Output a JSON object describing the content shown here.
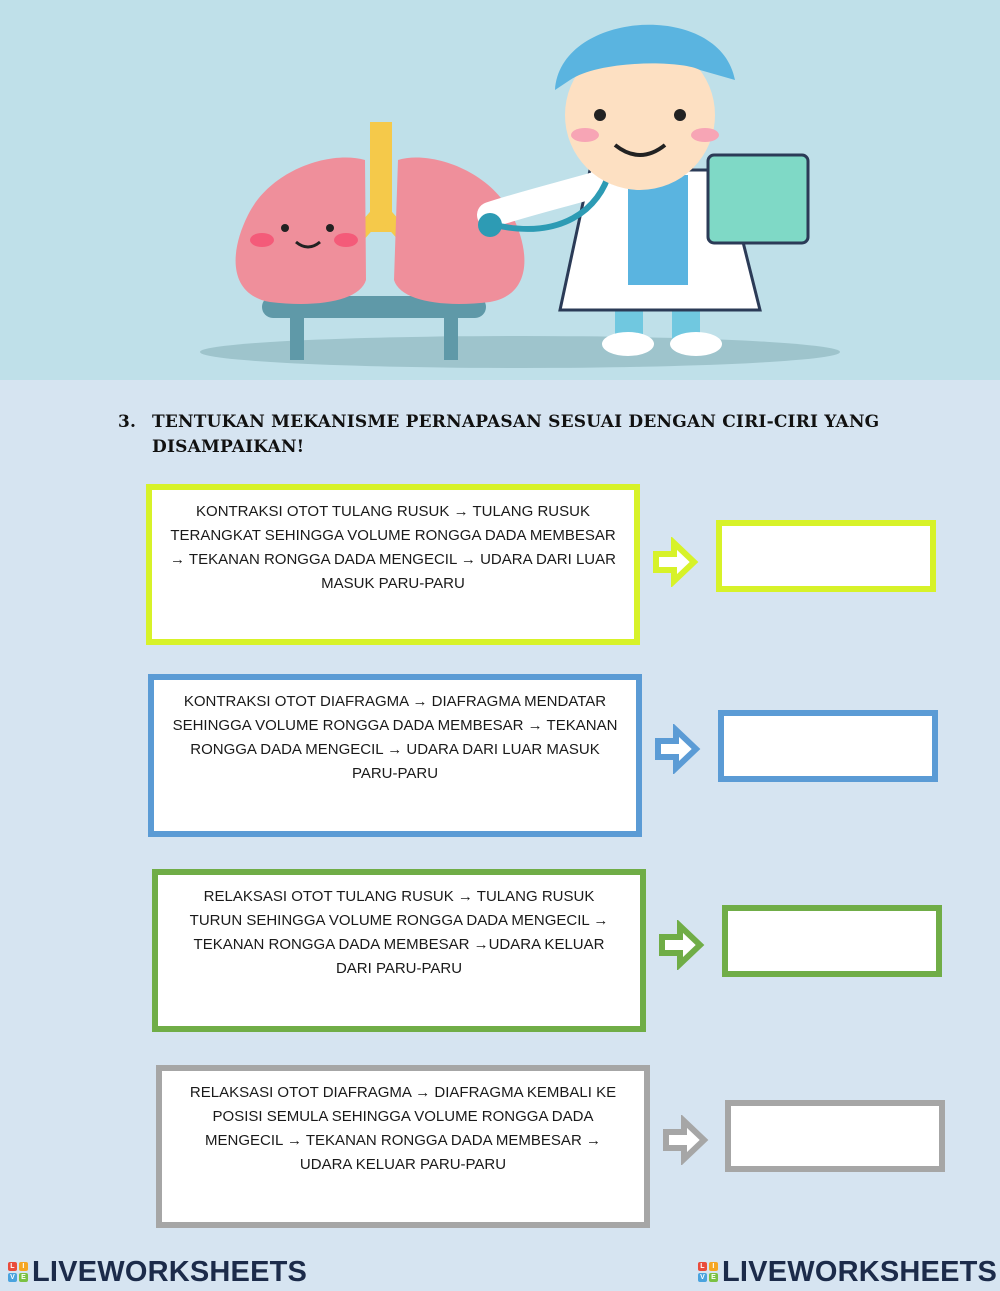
{
  "question": {
    "number": "3.",
    "text": "TENTUKAN MEKANISME PERNAPASAN SESUAI DENGAN CIRI-CIRI YANG DISAMPAIKAN!"
  },
  "items": [
    {
      "description": "KONTRAKSI OTOT TULANG RUSUK → TULANG RUSUK TERANGKAT SEHINGGA VOLUME RONGGA DADA MEMBESAR → TEKANAN RONGGA DADA MENGECIL → UDARA DARI LUAR MASUK PARU-PARU",
      "answer": "",
      "color": "#d7f229"
    },
    {
      "description": "KONTRAKSI OTOT DIAFRAGMA → DIAFRAGMA MENDATAR SEHINGGA VOLUME RONGGA DADA MEMBESAR → TEKANAN RONGGA DADA MENGECIL → UDARA DARI LUAR MASUK PARU-PARU",
      "answer": "",
      "color": "#5b9bd5"
    },
    {
      "description": "RELAKSASI OTOT TULANG RUSUK → TULANG RUSUK TURUN SEHINGGA VOLUME RONGGA DADA MENGECIL → TEKANAN RONGGA DADA MEMBESAR →UDARA KELUAR DARI PARU-PARU",
      "answer": "",
      "color": "#70ad47"
    },
    {
      "description": "RELAKSASI OTOT DIAFRAGMA → DIAFRAGMA KEMBALI KE POSISI SEMULA SEHINGGA VOLUME RONGGA DADA MENGECIL → TEKANAN RONGGA DADA MEMBESAR → UDARA KELUAR PARU-PARU",
      "answer": "",
      "color": "#a6a6a6"
    }
  ],
  "footer": {
    "logo_left": "LIVEWORKSHEETS",
    "logo_right": "LIVEWORKSHEETS",
    "logo_mark_letters": [
      "L",
      "I",
      "V",
      "E"
    ]
  }
}
